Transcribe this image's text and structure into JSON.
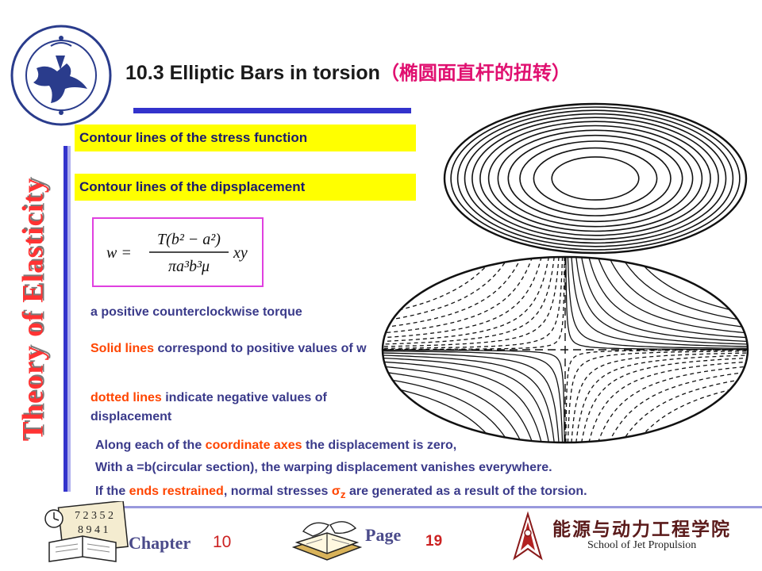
{
  "header": {
    "university_logo": "university-seal",
    "title_en": "10.3  Elliptic Bars in torsion",
    "title_cn": "（椭圆面直杆的扭转）"
  },
  "sidebar": {
    "vertical_title": "Theory of Elasticity"
  },
  "highlights": {
    "stress_function": "Contour lines of the stress function",
    "displacement": "Contour lines of the dipsplacement"
  },
  "formula": {
    "lhs": "w =",
    "numerator": "T(b² − a²)",
    "denominator": "πa³b³μ",
    "rhs": "xy"
  },
  "body": {
    "torque": "a positive counterclockwise torque",
    "solid_hot": "Solid lines",
    "solid_rest": " correspond to positive values of w",
    "dotted_hot": "dotted lines",
    "dotted_rest": " indicate negative values of displacement",
    "axes_pre": "Along each of the ",
    "axes_hot": "coordinate axes",
    "axes_post": " the displacement is zero,",
    "circular": "With a =b(circular section), the warping displacement vanishes everywhere.",
    "ends_pre": "If the ",
    "ends_hot": "ends restrained",
    "ends_mid": ", normal stresses ",
    "sigma": "σ",
    "sigma_sub": "z",
    "ends_post": " are generated as a result of the torsion."
  },
  "footer": {
    "chapter_label": "Chapter",
    "chapter_number": "10",
    "page_label": "Page",
    "page_number": "19",
    "school_cn": "能源与动力工程学院",
    "school_en": "School of Jet Propulsion"
  },
  "colors": {
    "accent_blue": "#3333cc",
    "highlight_yellow": "#ffff00",
    "emphasis_orange": "#ff4500",
    "title_red": "#ff3333",
    "title_cn_magenta": "#e01070"
  }
}
